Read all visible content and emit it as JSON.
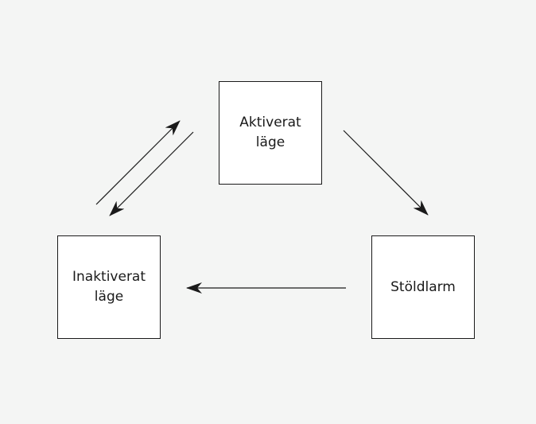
{
  "diagram": {
    "states": {
      "active": {
        "label": "Aktiverat\nläge"
      },
      "inactive": {
        "label": "Inaktiverat\nläge"
      },
      "alarm": {
        "label": "Stöldlarm"
      }
    },
    "transitions": [
      {
        "from": "inactive",
        "to": "active"
      },
      {
        "from": "active",
        "to": "inactive"
      },
      {
        "from": "active",
        "to": "alarm"
      },
      {
        "from": "alarm",
        "to": "inactive"
      }
    ]
  },
  "colors": {
    "background": "#f4f5f4",
    "line": "#1a1a1a",
    "box_fill": "#ffffff"
  }
}
